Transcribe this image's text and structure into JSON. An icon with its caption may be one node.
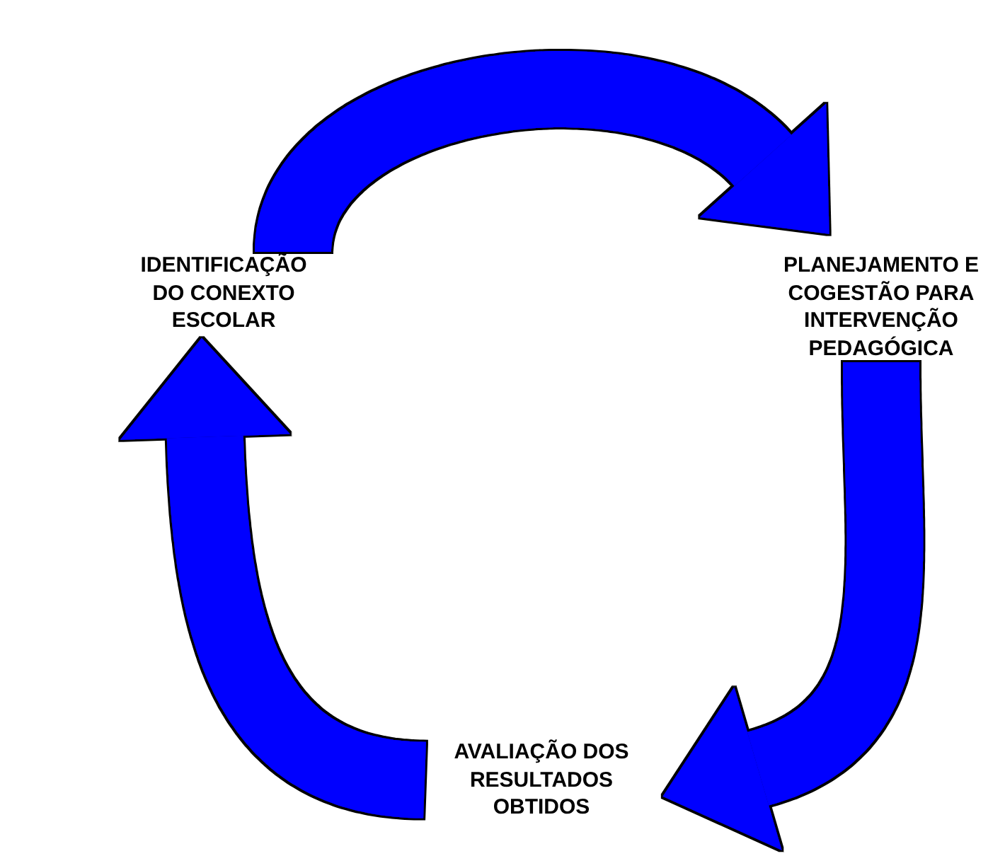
{
  "diagram": {
    "nodes": [
      {
        "text": [
          "IDENTIFICAÇÃO DO CONEXTO ESCOLAR"
        ]
      },
      {
        "text": [
          "PLANEJAMENTO E COGESTÃO PARA INTERVENÇÃO PEDAGÓGICA"
        ]
      },
      {
        "text": [
          "AVALIAÇÃO DOS RESULTADOS OBTIDOS"
        ]
      }
    ],
    "edges": [
      {
        "from": 0,
        "to": 1,
        "arrow": "to",
        "color": "#0000ff"
      },
      {
        "from": 1,
        "to": 2,
        "arrow": "to",
        "color": "#0000ff"
      },
      {
        "from": 2,
        "to": 0,
        "arrow": "to",
        "color": "#0000ff"
      }
    ]
  }
}
